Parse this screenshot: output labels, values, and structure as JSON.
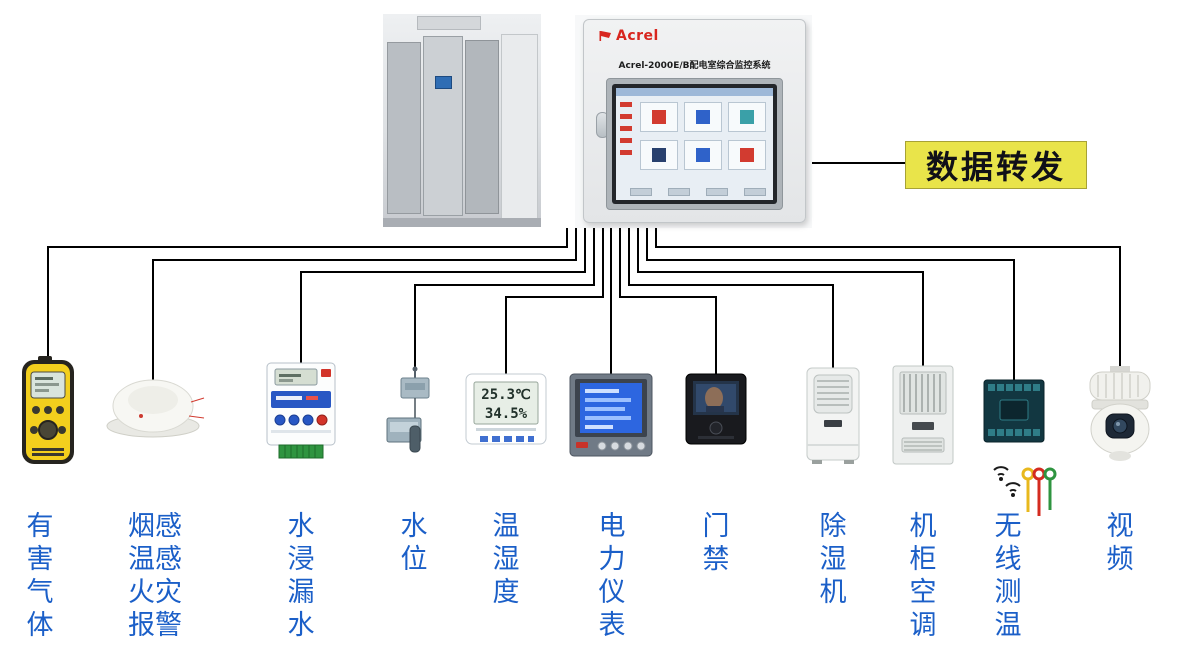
{
  "colors": {
    "label_blue": "#1b5fc8",
    "wire": "#000000",
    "forward_bg": "#e9e44a",
    "acrel_red": "#d8261f"
  },
  "panel": {
    "brand": "Acrel",
    "title": "Acrel-2000E/B配电室综合监控系统"
  },
  "forward": {
    "label": "数据转发"
  },
  "devices": [
    {
      "key": "harmful-gas",
      "label": "有害气体",
      "label_text": "有\n害\n气\n体"
    },
    {
      "key": "smoke-fire",
      "label": "烟感温感火灾报警",
      "label_text": "烟感\n温感\n火灾\n报警"
    },
    {
      "key": "water-leak",
      "label": "水浸漏水",
      "label_text": "水\n浸\n漏\n水"
    },
    {
      "key": "water-level",
      "label": "水位",
      "label_text": "水\n位"
    },
    {
      "key": "temp-humidity",
      "label": "温湿度",
      "label_text": "温\n湿\n度",
      "screen": {
        "line1": "25.3℃",
        "line2": "34.5%"
      }
    },
    {
      "key": "power-meter",
      "label": "电力仪表",
      "label_text": "电\n力\n仪\n表"
    },
    {
      "key": "access-control",
      "label": "门禁",
      "label_text": "门\n禁"
    },
    {
      "key": "dehumidifier",
      "label": "除湿机",
      "label_text": "除\n湿\n机"
    },
    {
      "key": "cabinet-ac",
      "label": "机柜空调",
      "label_text": "机\n柜\n空\n调"
    },
    {
      "key": "wireless-temp",
      "label": "无线测温",
      "label_text": "无\n线\n测\n温"
    },
    {
      "key": "video",
      "label": "视频",
      "label_text": "视\n频"
    }
  ]
}
